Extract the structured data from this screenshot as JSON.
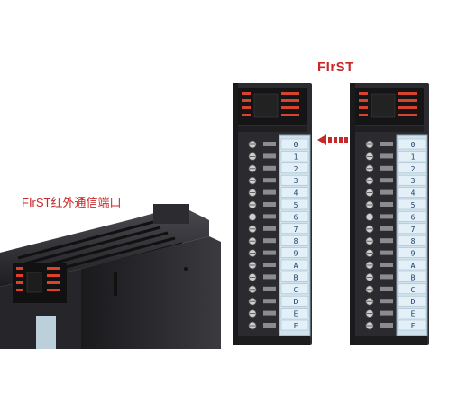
{
  "title": "FIrST",
  "port_caption": "FIrST红外通信端口",
  "colors": {
    "accent_red": "#c8282a",
    "module_dark": "#2b2b2f",
    "terminal_blue": "#cfe2ee"
  },
  "terminal_labels": [
    "0",
    "1",
    "2",
    "3",
    "4",
    "5",
    "6",
    "7",
    "8",
    "9",
    "A",
    "B",
    "C",
    "D",
    "E",
    "F"
  ],
  "icons": [
    "arrow-left-icon"
  ]
}
